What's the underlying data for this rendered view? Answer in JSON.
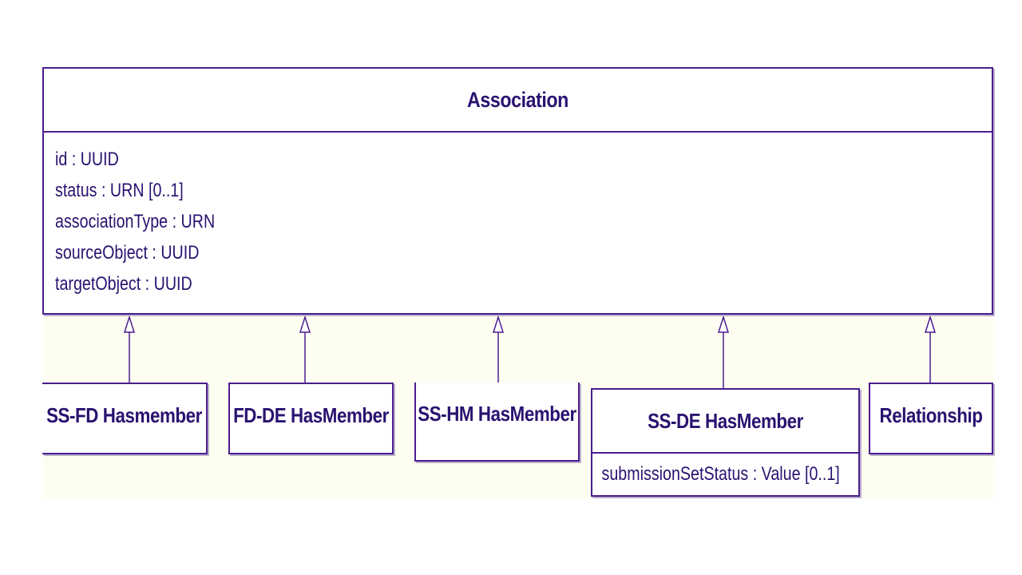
{
  "association": {
    "name": "Association",
    "attributes": [
      "id : UUID",
      "status : URN [0..1]",
      "associationType : URN",
      "sourceObject : UUID",
      "targetObject : UUID"
    ]
  },
  "subclasses": [
    {
      "name": "SS-FD Hasmember"
    },
    {
      "name": "FD-DE HasMember"
    },
    {
      "name": "SS-HM HasMember"
    },
    {
      "name": "SS-DE HasMember",
      "attributes": [
        "submissionSetStatus : Value [0..1]"
      ]
    },
    {
      "name": "Relationship"
    }
  ],
  "colors": {
    "border": "#4b1d8f",
    "text": "#2a1270",
    "background": "#fdfdf1"
  }
}
